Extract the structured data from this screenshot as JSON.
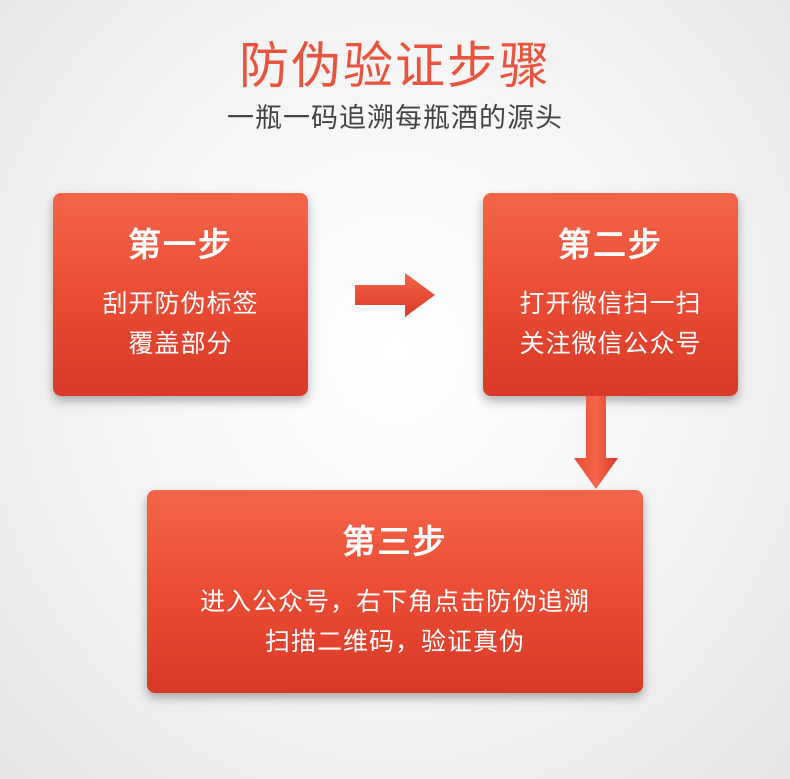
{
  "header": {
    "title": "防伪验证步骤",
    "subtitle": "一瓶一码追溯每瓶酒的源头"
  },
  "steps": [
    {
      "heading": "第一步",
      "lines": [
        "刮开防伪标签",
        "覆盖部分"
      ]
    },
    {
      "heading": "第二步",
      "lines": [
        "打开微信扫一扫",
        "关注微信公众号"
      ]
    },
    {
      "heading": "第三步",
      "lines": [
        "进入公众号，右下角点击防伪追溯",
        "扫描二维码，验证真伪"
      ]
    }
  ],
  "colors": {
    "accent": "#e8543e",
    "card_top": "#f4654a",
    "card_bottom": "#d93a27",
    "subtitle": "#444444"
  },
  "icons": {
    "step1_to_step2": "arrow-right-icon",
    "step2_to_step3": "arrow-down-icon"
  }
}
